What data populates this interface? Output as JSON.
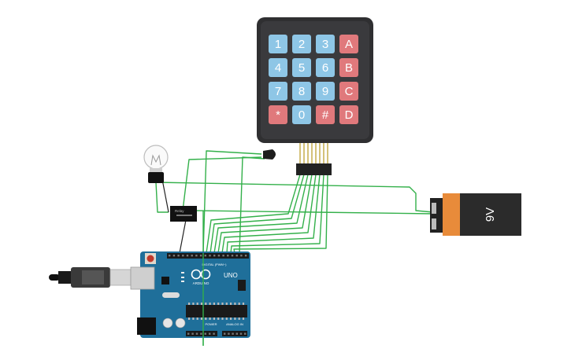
{
  "keypad": {
    "rows": [
      [
        {
          "label": "1",
          "kind": "num"
        },
        {
          "label": "2",
          "kind": "num"
        },
        {
          "label": "3",
          "kind": "num"
        },
        {
          "label": "A",
          "kind": "letter"
        }
      ],
      [
        {
          "label": "4",
          "kind": "num"
        },
        {
          "label": "5",
          "kind": "num"
        },
        {
          "label": "6",
          "kind": "num"
        },
        {
          "label": "B",
          "kind": "letter"
        }
      ],
      [
        {
          "label": "7",
          "kind": "num"
        },
        {
          "label": "8",
          "kind": "num"
        },
        {
          "label": "9",
          "kind": "num"
        },
        {
          "label": "C",
          "kind": "letter"
        }
      ],
      [
        {
          "label": "*",
          "kind": "letter"
        },
        {
          "label": "0",
          "kind": "num"
        },
        {
          "label": "#",
          "kind": "letter"
        },
        {
          "label": "D",
          "kind": "letter"
        }
      ]
    ]
  },
  "battery": {
    "label": "9V"
  },
  "arduino": {
    "brand": "ARDUINO",
    "model": "UNO",
    "digital_header": "DIGITAL (PWM~)",
    "power_header": "POWER",
    "analog_header": "ANALOG IN"
  },
  "relay": {
    "label": "Relay"
  },
  "colors": {
    "wire": "#33b04a",
    "board": "#1f6f9a",
    "keypad_body": "#2f2f31",
    "key_num": "#8ec6e6",
    "key_letter": "#e0797c",
    "battery_body": "#2b2b2b",
    "battery_cap": "#e88b3a"
  }
}
